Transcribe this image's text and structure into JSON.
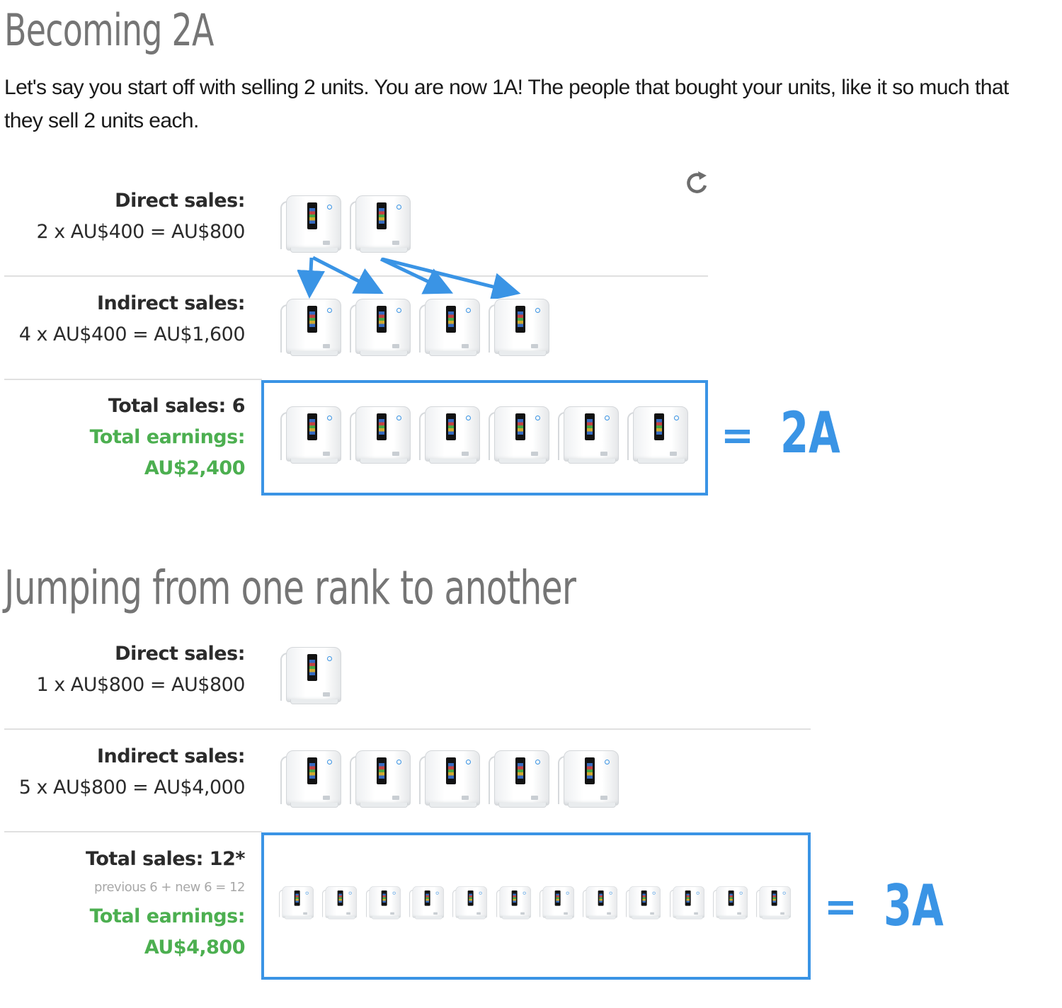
{
  "section1": {
    "heading": "Becoming 2A",
    "intro_line1": "Let's say you start off with selling 2 units. You are now 1A! The people that bought your units, like it so much that",
    "intro_line2": "they sell 2 units each.",
    "direct_label": "Direct sales:",
    "direct_calc": "2 x AU$400 = AU$800",
    "direct_units": 2,
    "indirect_label": "Indirect sales:",
    "indirect_calc": "4 x AU$400 = AU$1,600",
    "indirect_units": 4,
    "total_sales": "Total sales: 6",
    "total_earnings_label": "Total earnings:",
    "total_earnings_value": "AU$2,400",
    "total_units": 6,
    "equals": "=",
    "rank": "2A",
    "refresh_icon": "refresh-icon"
  },
  "section2": {
    "heading": "Jumping from one rank to another",
    "direct_label": "Direct sales:",
    "direct_calc": "1 x AU$800 = AU$800",
    "direct_units": 1,
    "indirect_label": "Indirect sales:",
    "indirect_calc": "5 x AU$800 = AU$4,000",
    "indirect_units": 5,
    "total_sales": "Total sales: 12*",
    "total_note": "previous 6 + new 6 = 12",
    "total_earnings_label": "Total earnings:",
    "total_earnings_value": "AU$4,800",
    "total_units": 12,
    "equals": "=",
    "rank": "3A"
  },
  "colors": {
    "accent_blue": "#3a94e5",
    "earnings_green": "#4caf50",
    "heading_gray": "#757575"
  }
}
